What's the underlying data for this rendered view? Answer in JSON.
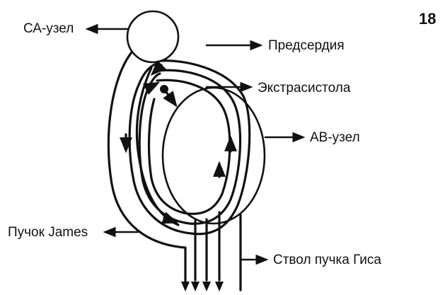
{
  "page_number": "18",
  "labels": {
    "sa_node": "СА-узел",
    "atria": "Предсердия",
    "extrasystole": "Экстрасистола",
    "av_node": "АВ-узел",
    "james_bundle": "Пучок James",
    "his_trunk": "Ствол пучка Гиса"
  }
}
